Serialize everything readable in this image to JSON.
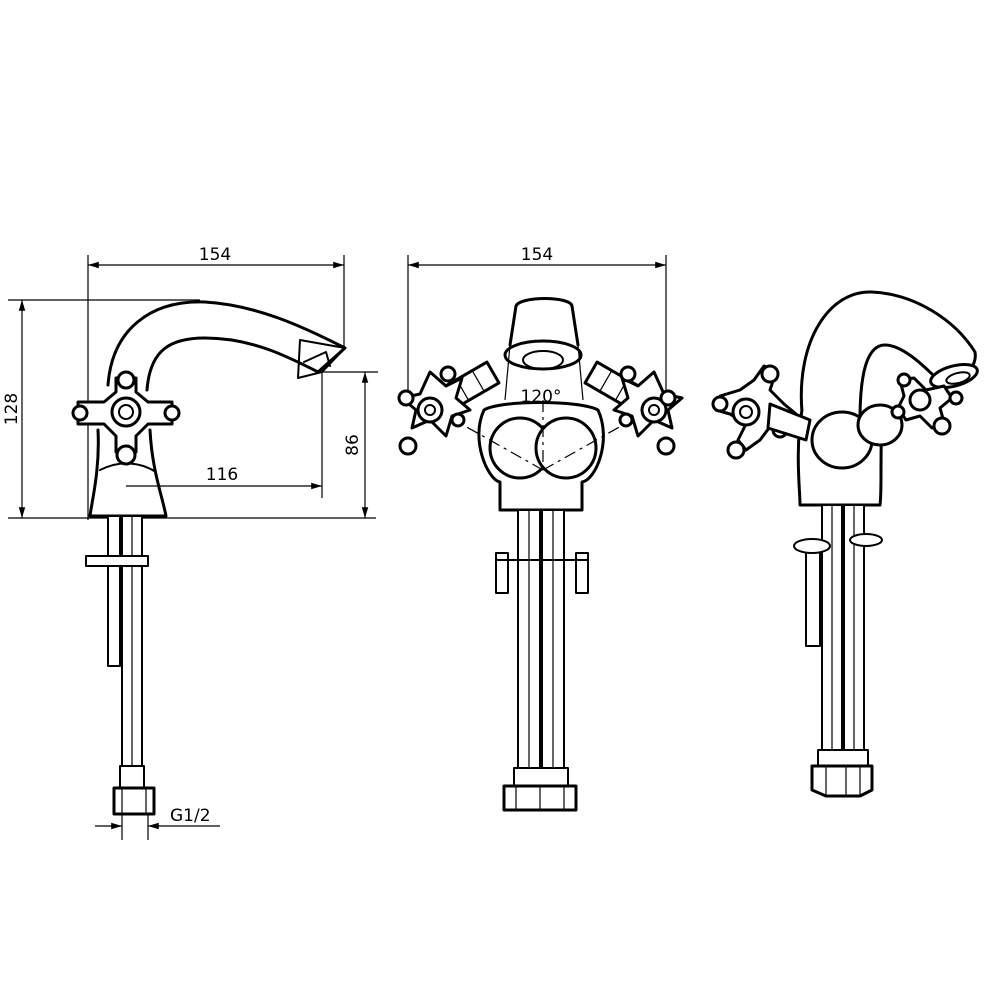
{
  "dimensions": {
    "side_width": "154",
    "side_height": "128",
    "side_spout_height": "86",
    "side_reach": "116",
    "side_thread": "G1/2",
    "front_width": "154",
    "front_angle": "120°"
  }
}
